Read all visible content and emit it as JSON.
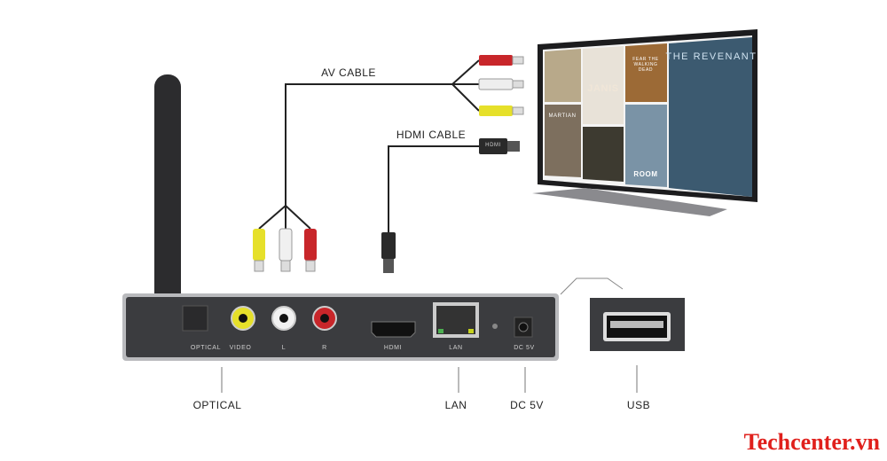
{
  "cables": {
    "av": "AV CABLE",
    "hdmi": "HDMI CABLE",
    "hdmi_plug_text": "HDMI"
  },
  "tv": {
    "posters": [
      "JANIS",
      "FEAR THE WALKING DEAD",
      "MARTIAN",
      "ROOM"
    ],
    "feature_title": "THE REVENANT"
  },
  "ports": [
    "OPTICAL",
    "VIDEO",
    "L",
    "R",
    "HDMI",
    "LAN",
    "DC 5V"
  ],
  "callouts": [
    "OPTICAL",
    "LAN",
    "DC 5V",
    "USB"
  ],
  "watermark": "Techcenter.vn",
  "colors": {
    "box": "#3b3c3f",
    "red": "#c8262a",
    "yellow": "#e6e02a",
    "watermark": "#e0201c"
  }
}
